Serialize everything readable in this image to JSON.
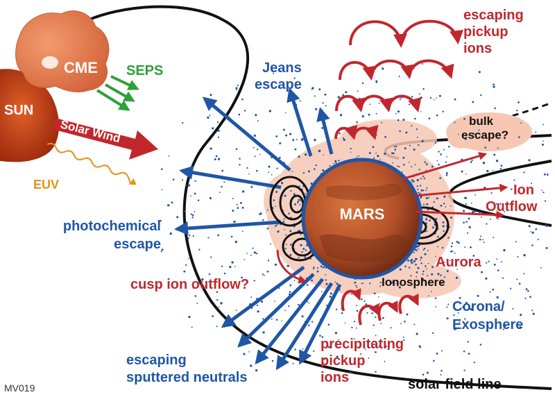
{
  "colors": {
    "blue": "#1f56a6",
    "red": "#c1272d",
    "green": "#2da13a",
    "orange": "#e8901d",
    "black": "#111111",
    "glow": "#f6c7b3",
    "mars": "#b8552a",
    "sun": "#c8401a"
  },
  "labels": {
    "cme": "CME",
    "seps": "SEPS",
    "sun": "SUN",
    "solar_wind": "Solar Wind",
    "euv": "EUV",
    "jeans_1": "Jeans",
    "jeans_2": "escape",
    "photochem_1": "photochemical",
    "photochem_2": "escape",
    "cusp": "cusp ion outflow?",
    "sputter_1": "escaping",
    "sputter_2": "sputtered neutrals",
    "mars": "MARS",
    "escaping_pickup_1": "escaping",
    "escaping_pickup_2": "pickup",
    "escaping_pickup_3": "ions",
    "bulk_1": "bulk",
    "bulk_2": "escape?",
    "ion_outflow_1": "Ion",
    "ion_outflow_2": "Outflow",
    "aurora": "Aurora",
    "ionosphere": "Ionosphere",
    "corona_1": "Corona/",
    "corona_2": "Exosphere",
    "precip_1": "precipitating",
    "precip_2": "pickup",
    "precip_3": "ions",
    "field_line": "solar field line",
    "credit": "MV019"
  }
}
